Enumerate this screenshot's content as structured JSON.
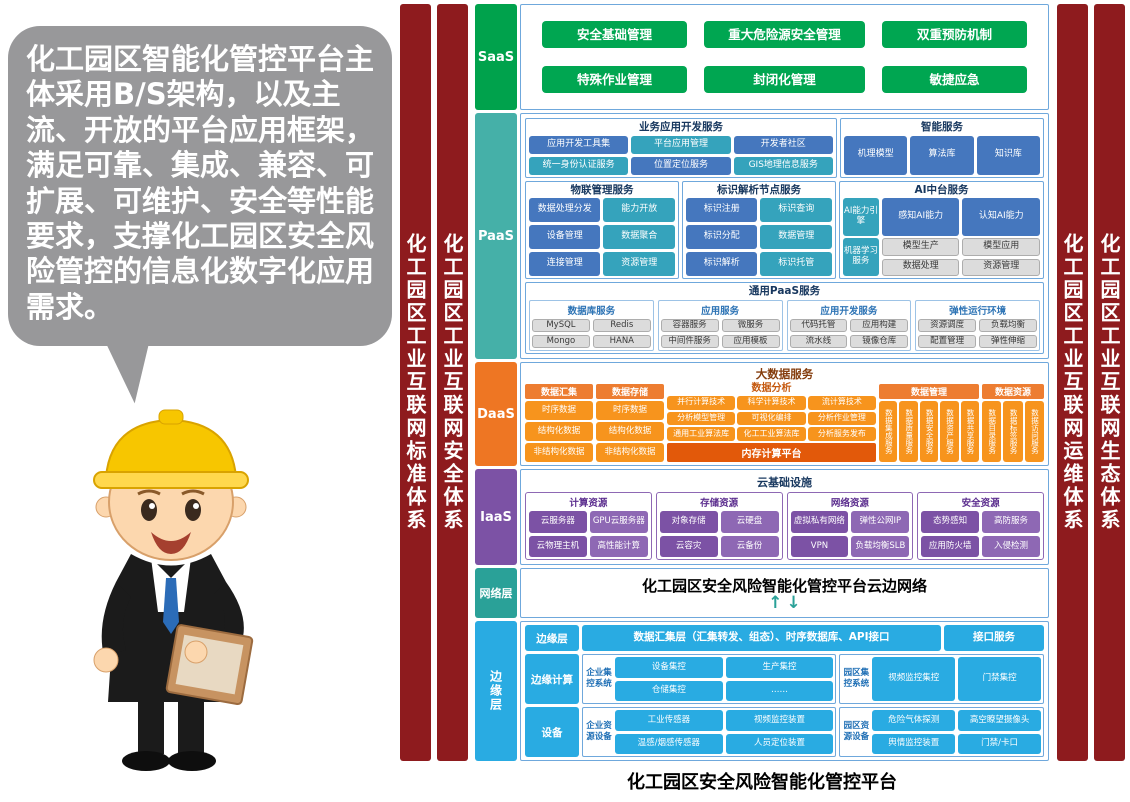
{
  "bubble": {
    "text": "化工园区智能化管控平台主体采用B/S架构，以及主流、开放的平台应用框架，满足可靠、集成、兼容、可扩展、可维护、安全等性能要求，支撑化工园区安全风险管控的信息化数字化应用需求。"
  },
  "pillars": {
    "left": [
      "化工园区工业互联网标准体系",
      "化工园区工业互联网安全体系"
    ],
    "right": [
      "化工园区工业互联网运维体系",
      "化工园区工业互联网生态体系"
    ]
  },
  "caption": "化工园区安全风险智能化管控平台",
  "palette": {
    "pillar_red": "#8E1B1E",
    "saas_green": "#00A651",
    "paas_teal": "#45B0A8",
    "daas_orange": "#EE7623",
    "iaas_purple": "#7C52A5",
    "network_teal": "#2AA198",
    "edge_blue": "#29ABE2",
    "chip_blue": "#4577BE",
    "chip_teal": "#35A3BC",
    "chip_orange": "#F7941D",
    "bubble_gray": "#98989A"
  },
  "layers": {
    "saas": {
      "label": "SaaS",
      "row1": [
        "安全基础管理",
        "重大危险源安全管理",
        "双重预防机制"
      ],
      "row2": [
        "特殊作业管理",
        "封闭化管理",
        "敏捷应急"
      ]
    },
    "paas": {
      "label": "PaaS",
      "biz_dev": {
        "title": "业务应用开发服务",
        "items": [
          "应用开发工具集",
          "平台应用管理",
          "开发者社区",
          "统一身份认证服务",
          "位置定位服务",
          "GIS地理信息服务"
        ]
      },
      "intelligent": {
        "title": "智能服务",
        "items": [
          "机理模型",
          "算法库",
          "知识库"
        ]
      },
      "iot": {
        "title": "物联管理服务",
        "items": [
          "数据处理分发",
          "能力开放",
          "设备管理",
          "数据聚合",
          "连接管理",
          "资源管理"
        ]
      },
      "identifier": {
        "title": "标识解析节点服务",
        "items": [
          "标识注册",
          "标识查询",
          "标识分配",
          "数据管理",
          "标识解析",
          "标识托管"
        ]
      },
      "ai": {
        "title": "AI中台服务",
        "engine_label": "AI能力引擎",
        "engine_items": [
          "感知AI能力",
          "认知AI能力"
        ],
        "ml_label": "机器学习服务",
        "ml_items": [
          "模型生产",
          "模型应用",
          "数据处理",
          "资源管理"
        ]
      },
      "general": {
        "title": "通用PaaS服务",
        "groups": [
          {
            "title": "数据库服务",
            "items": [
              "MySQL",
              "Redis",
              "Mongo",
              "HANA"
            ]
          },
          {
            "title": "应用服务",
            "items": [
              "容器服务",
              "微服务",
              "中间件服务",
              "应用模板"
            ]
          },
          {
            "title": "应用开发服务",
            "items": [
              "代码托管",
              "应用构建",
              "流水线",
              "镜像仓库"
            ]
          },
          {
            "title": "弹性运行环境",
            "items": [
              "资源调度",
              "负载均衡",
              "配置管理",
              "弹性伸缩"
            ]
          }
        ]
      }
    },
    "daas": {
      "label": "DaaS",
      "title": "大数据服务",
      "collect": {
        "title": "数据汇集",
        "items": [
          "时序数据",
          "结构化数据",
          "非结构化数据"
        ]
      },
      "storage": {
        "title": "数据存储",
        "items": [
          "时序数据",
          "结构化数据",
          "非结构化数据"
        ]
      },
      "analysis": {
        "title": "数据分析",
        "items": [
          "并行计算技术",
          "科学计算技术",
          "流计算技术",
          "分析模型管理",
          "可视化编排",
          "分析作业管理",
          "通用工业算法库",
          "化工工业算法库",
          "分析服务发布"
        ],
        "platform": "内存计算平台"
      },
      "management": {
        "title": "数据管理",
        "items": [
          "数据集成服务",
          "数据质量服务",
          "数据安全服务",
          "数据资产服务",
          "数据共享服务"
        ]
      },
      "resource": {
        "title": "数据资源",
        "items": [
          "数据目录服务",
          "数据标签服务",
          "数据访问服务"
        ]
      }
    },
    "iaas": {
      "label": "IaaS",
      "title": "云基础设施",
      "groups": [
        {
          "title": "计算资源",
          "items": [
            "云服务器",
            "GPU云服务器",
            "云物理主机",
            "高性能计算"
          ]
        },
        {
          "title": "存储资源",
          "items": [
            "对象存储",
            "云硬盘",
            "云容灾",
            "云备份"
          ]
        },
        {
          "title": "网络资源",
          "items": [
            "虚拟私有网络",
            "弹性公网IP",
            "VPN",
            "负载均衡SLB"
          ]
        },
        {
          "title": "安全资源",
          "items": [
            "态势感知",
            "高防服务",
            "应用防火墙",
            "入侵检测"
          ]
        }
      ]
    },
    "network": {
      "label": "网络层",
      "title": "化工园区安全风险智能化管控平台云边网络",
      "arrow_up": "↑",
      "arrow_down": "↓"
    },
    "edge": {
      "label": "边缘层",
      "rows": [
        {
          "label": "边缘层",
          "wide": "数据汇集层（汇集转发、组态）、时序数据库、API接口",
          "side": "接口服务"
        },
        {
          "label": "边缘计算",
          "groups": [
            {
              "title": "企业集控系统",
              "items": [
                "设备集控",
                "生产集控",
                "仓储集控",
                "……"
              ]
            },
            {
              "title": "园区集控系统",
              "items": [
                "视频监控集控",
                "门禁集控"
              ]
            }
          ]
        },
        {
          "label": "设备",
          "groups": [
            {
              "title": "企业资源设备",
              "items": [
                "工业传感器",
                "视频监控装置",
                "温感/烟感传感器",
                "人员定位装置"
              ]
            },
            {
              "title": "园区资源设备",
              "items": [
                "危险气体探测",
                "高空瞭望摄像头",
                "舆情监控装置",
                "门禁/卡口"
              ]
            }
          ]
        }
      ]
    }
  }
}
